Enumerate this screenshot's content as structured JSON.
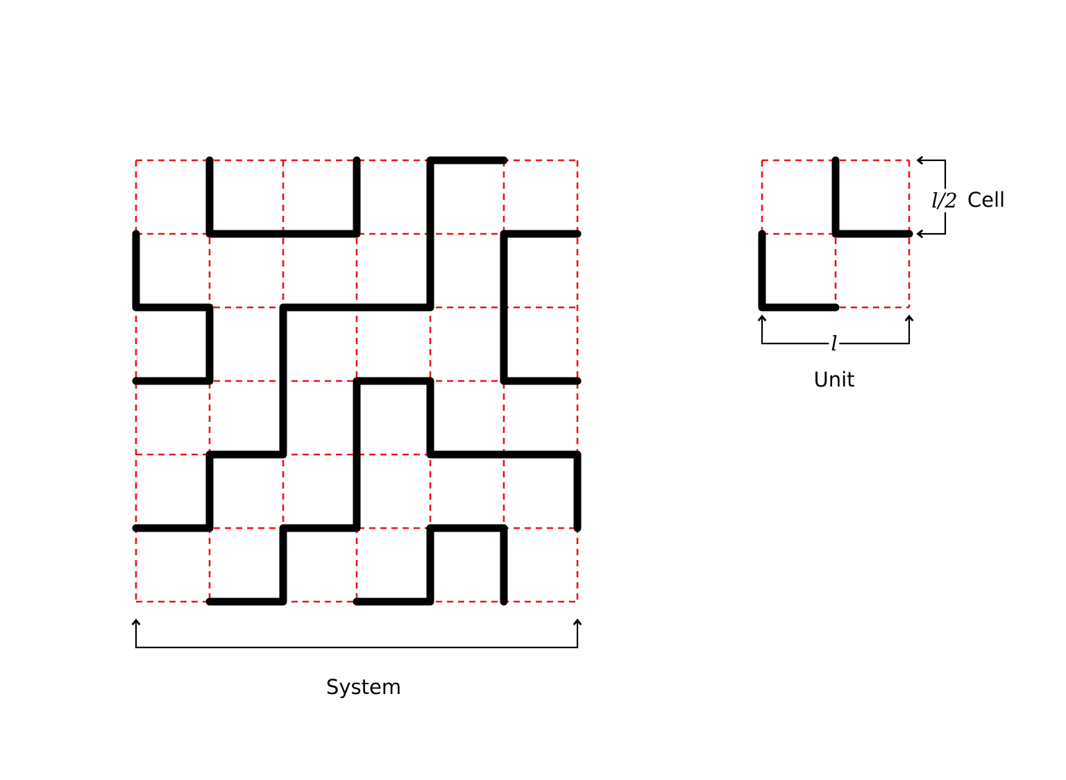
{
  "figure": {
    "system": {
      "label": "System",
      "grid_origin": [
        196,
        231
      ],
      "cell_size": 106,
      "cells": 6,
      "paths": [
        [
          [
            1,
            0
          ],
          [
            1,
            1
          ],
          [
            3,
            1
          ],
          [
            3,
            0
          ]
        ],
        [
          [
            5,
            0
          ],
          [
            4,
            0
          ],
          [
            4,
            2
          ],
          [
            2,
            2
          ],
          [
            2,
            4
          ],
          [
            1,
            4
          ],
          [
            1,
            5
          ],
          [
            0,
            5
          ]
        ],
        [
          [
            0,
            1
          ],
          [
            0,
            2
          ],
          [
            1,
            2
          ],
          [
            1,
            3
          ],
          [
            0,
            3
          ]
        ],
        [
          [
            6,
            1
          ],
          [
            5,
            1
          ],
          [
            5,
            3
          ],
          [
            6,
            3
          ]
        ],
        [
          [
            1,
            6
          ],
          [
            2,
            6
          ],
          [
            2,
            5
          ],
          [
            3,
            5
          ],
          [
            3,
            3
          ],
          [
            4,
            3
          ],
          [
            4,
            4
          ],
          [
            6,
            4
          ],
          [
            6,
            5
          ]
        ],
        [
          [
            3,
            6
          ],
          [
            4,
            6
          ],
          [
            4,
            5
          ],
          [
            5,
            5
          ],
          [
            5,
            6
          ]
        ]
      ]
    },
    "unit": {
      "label": "Unit",
      "grid_origin": [
        1098,
        231
      ],
      "cell_size": 106,
      "cells": 2,
      "paths": [
        [
          [
            1,
            0
          ],
          [
            1,
            1
          ],
          [
            2,
            1
          ]
        ],
        [
          [
            0,
            1
          ],
          [
            0,
            2
          ],
          [
            1,
            2
          ]
        ]
      ],
      "width_symbol": "l",
      "cell_symbol": "l/2",
      "cell_label": "Cell"
    },
    "colors": {
      "grid": "#e8141a",
      "path": "#000000"
    }
  }
}
